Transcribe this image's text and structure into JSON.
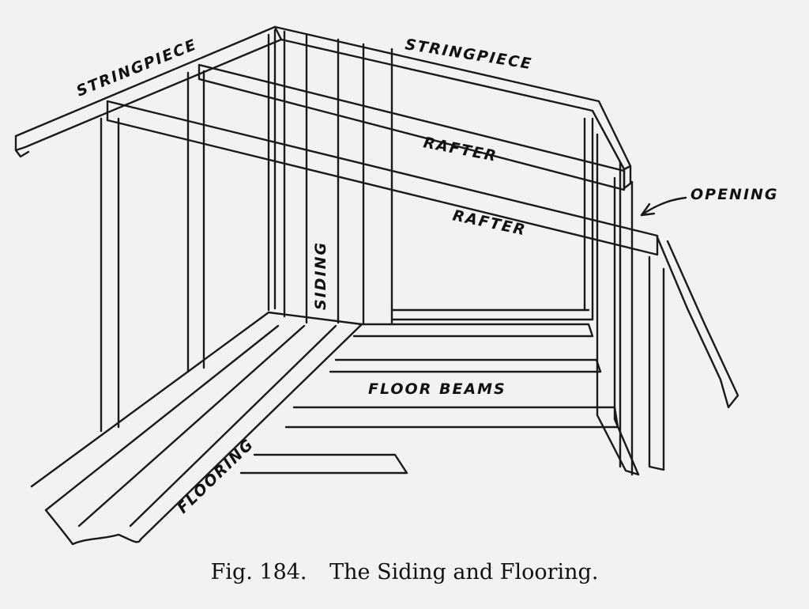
{
  "labels": {
    "stringpiece_left": "STRINGPIECE",
    "stringpiece_right": "STRINGPIECE",
    "rafter_upper": "RAFTER",
    "rafter_lower": "RAFTER",
    "opening": "OPENING",
    "siding": "SIDING",
    "floor_beams": "FLOOR BEAMS",
    "flooring": "FLOORING"
  },
  "caption": {
    "fig": "Fig. 184.",
    "title": "The Siding and Flooring."
  }
}
